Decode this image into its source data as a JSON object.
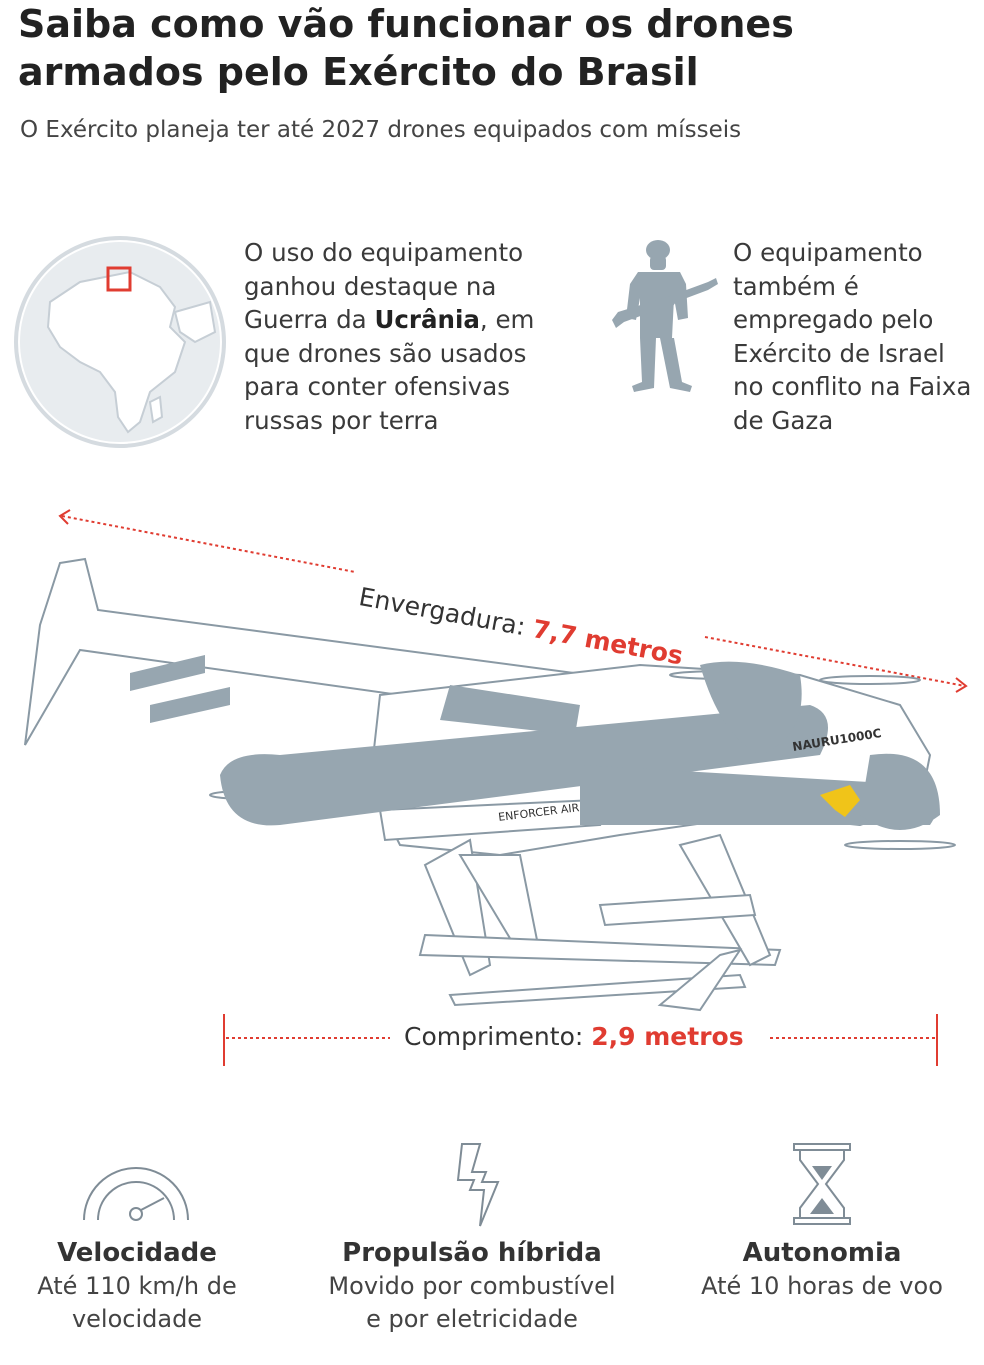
{
  "header": {
    "title": "Saiba como vão funcionar os drones armados pelo Exército do Brasil",
    "subtitle": "O Exército planeja ter até 2027 drones equipados com mísseis"
  },
  "facts": [
    {
      "icon": "globe-icon",
      "text_before": "O uso do equipamento ganhou destaque na Guerra da ",
      "text_bold": "Ucrânia",
      "text_after": ", em que drones são usados para conter ofensivas russas por terra"
    },
    {
      "icon": "soldier-icon",
      "text": "O equipamento também é empregado pelo Exército de Israel no conflito na Faixa de Gaza"
    }
  ],
  "drone": {
    "model_label": "NAURU1000C",
    "missile_label": "ENFORCER AIR"
  },
  "dimensions": {
    "wingspan_label": "Envergadura:",
    "wingspan_value": "7,7 metros",
    "length_label": "Comprimento:",
    "length_value": "2,9 metros"
  },
  "features": [
    {
      "icon": "speedometer-icon",
      "title": "Velocidade",
      "desc_line1": "Até 110 km/h de",
      "desc_line2": "velocidade"
    },
    {
      "icon": "lightning-icon",
      "title": "Propulsão híbrida",
      "desc_line1": "Movido por combustível",
      "desc_line2": "e por eletricidade"
    },
    {
      "icon": "hourglass-icon",
      "title": "Autonomia",
      "desc_line1": "Até 10 horas de voo",
      "desc_line2": ""
    }
  ],
  "colors": {
    "accent": "#e03c31",
    "drone_gray": "#97a6b0",
    "globe_fill": "#e8ecef"
  }
}
